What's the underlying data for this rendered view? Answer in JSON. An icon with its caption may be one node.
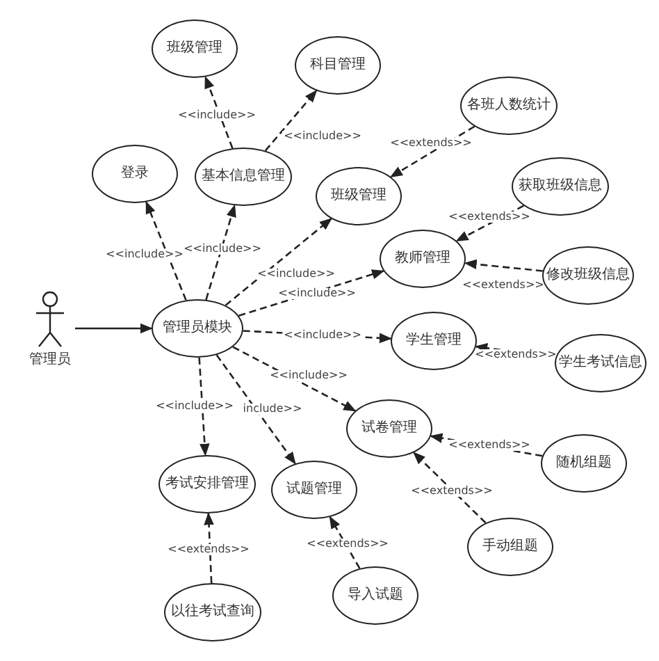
{
  "diagram": {
    "nodes": [
      {
        "text": [
          "管理员"
        ]
      },
      {
        "text": [
          "管理员模块"
        ]
      },
      {
        "text": [
          "登录"
        ]
      },
      {
        "text": [
          "基本信息管理"
        ]
      },
      {
        "text": [
          "班级管理"
        ]
      },
      {
        "text": [
          "科目管理"
        ]
      },
      {
        "text": [
          "各班人数统计"
        ]
      },
      {
        "text": [
          "班级管理"
        ]
      },
      {
        "text": [
          "获取班级信息"
        ]
      },
      {
        "text": [
          "教师管理"
        ]
      },
      {
        "text": [
          "修改班级信息"
        ]
      },
      {
        "text": [
          "学生管理"
        ]
      },
      {
        "text": [
          "学生考试信息"
        ]
      },
      {
        "text": [
          "试卷管理"
        ]
      },
      {
        "text": [
          "随机组题"
        ]
      },
      {
        "text": [
          "手动组题"
        ]
      },
      {
        "text": [
          "考试安排管理"
        ]
      },
      {
        "text": [
          "试题管理"
        ]
      },
      {
        "text": [
          "以往考试查询"
        ]
      },
      {
        "text": [
          "导入试题"
        ]
      }
    ],
    "edges": [
      {
        "from": 0,
        "to": 1,
        "arrow": "to"
      },
      {
        "from": 1,
        "to": 2,
        "arrow": "to",
        "label": "<<include>>",
        "style": "dashed"
      },
      {
        "from": 1,
        "to": 3,
        "arrow": "to",
        "label": "<<include>>",
        "style": "dashed"
      },
      {
        "from": 3,
        "to": 4,
        "arrow": "to",
        "label": "<<include>>",
        "style": "dashed"
      },
      {
        "from": 3,
        "to": 5,
        "arrow": "to",
        "label": "<<include>>",
        "style": "dashed"
      },
      {
        "from": 1,
        "to": 7,
        "arrow": "to",
        "label": "<<include>>",
        "style": "dashed"
      },
      {
        "from": 1,
        "to": 9,
        "arrow": "to",
        "label": "<<include>>",
        "style": "dashed"
      },
      {
        "from": 1,
        "to": 11,
        "arrow": "to",
        "label": "<<include>>",
        "style": "dashed"
      },
      {
        "from": 1,
        "to": 13,
        "arrow": "to",
        "label": "<<include>>",
        "style": "dashed"
      },
      {
        "from": 1,
        "to": 16,
        "arrow": "to",
        "label": "<<include>>",
        "style": "dashed"
      },
      {
        "from": 1,
        "to": 17,
        "arrow": "to",
        "label": "include>>",
        "style": "dashed"
      },
      {
        "from": 6,
        "to": 7,
        "arrow": "to",
        "label": "<<extends>>",
        "style": "dashed"
      },
      {
        "from": 8,
        "to": 9,
        "arrow": "to",
        "label": "<<extends>>",
        "style": "dashed"
      },
      {
        "from": 10,
        "to": 9,
        "arrow": "to",
        "label": "<<extends>>",
        "style": "dashed"
      },
      {
        "from": 12,
        "to": 11,
        "arrow": "to",
        "label": "<<extends>>",
        "style": "dashed"
      },
      {
        "from": 14,
        "to": 13,
        "arrow": "to",
        "label": "<<extends>>",
        "style": "dashed"
      },
      {
        "from": 15,
        "to": 13,
        "arrow": "to",
        "label": "<<extends>>",
        "style": "dashed"
      },
      {
        "from": 18,
        "to": 16,
        "arrow": "to",
        "label": "<<extends>>",
        "style": "dashed"
      },
      {
        "from": 19,
        "to": 17,
        "arrow": "to",
        "label": "<<extends>>",
        "style": "dashed"
      }
    ]
  }
}
